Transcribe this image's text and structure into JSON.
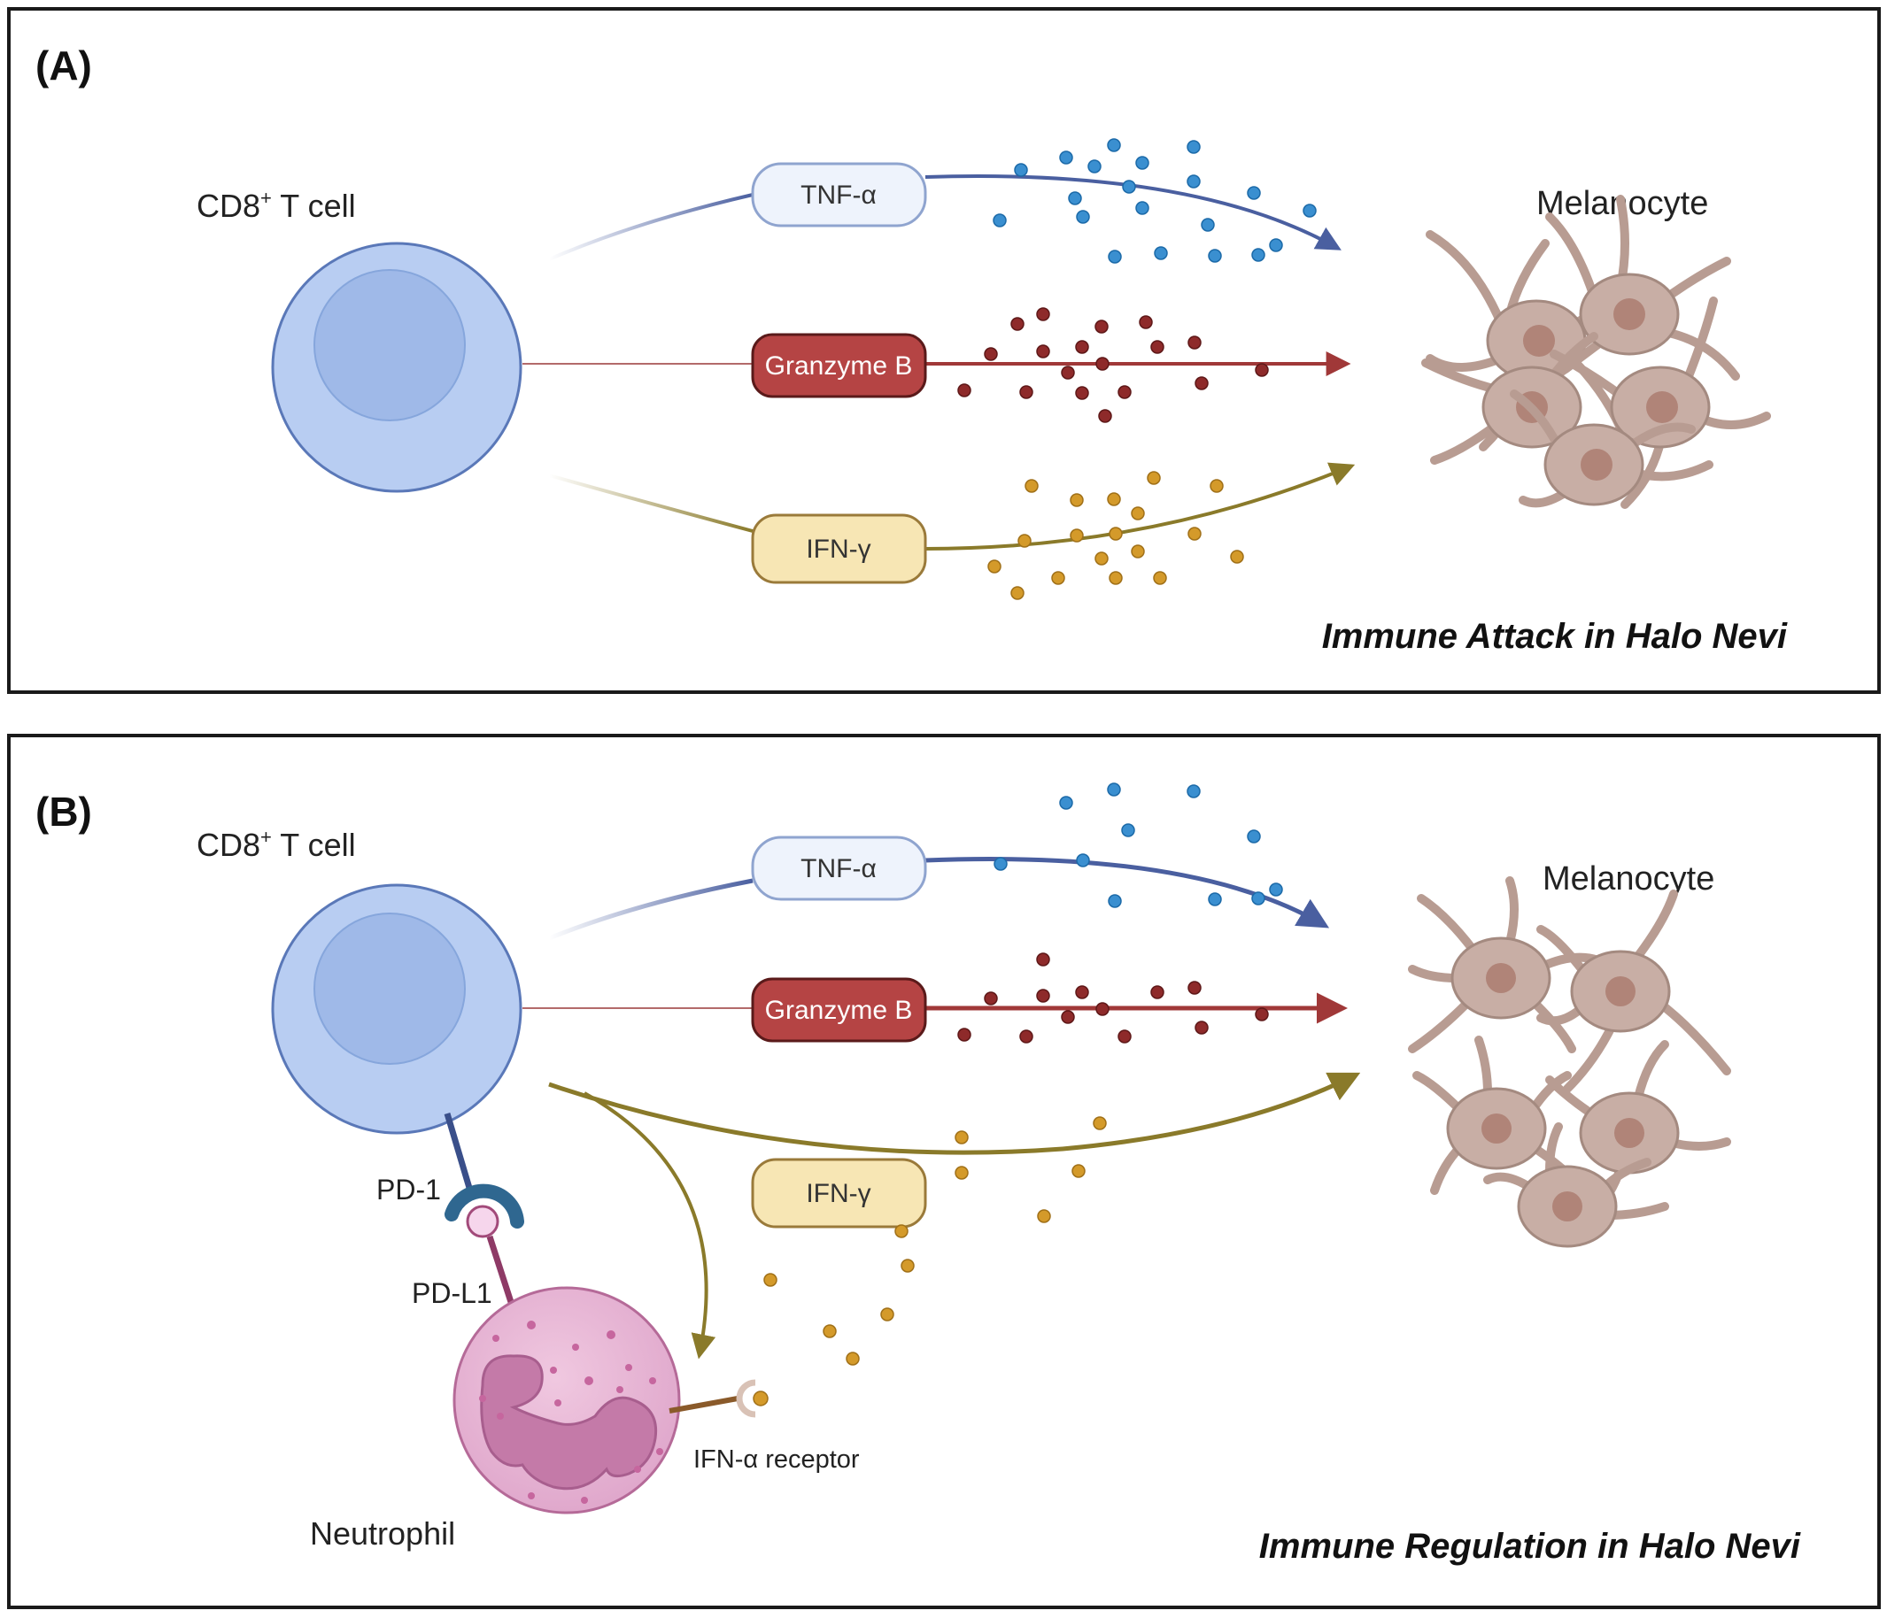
{
  "panels": {
    "a": {
      "label": "(A)",
      "tcell_label": "CD8",
      "tcell_sup": "+",
      "tcell_label_rest": " T cell",
      "target_label": "Melanocyte",
      "caption": "Immune Attack in Halo Nevi",
      "molecules": {
        "tnf": "TNF-α",
        "granzyme": "Granzyme B",
        "ifn": "IFN-γ"
      }
    },
    "b": {
      "label": "(B)",
      "tcell_label": "CD8",
      "tcell_sup": "+",
      "tcell_label_rest": " T cell",
      "target_label": "Melanocyte",
      "caption": "Immune Regulation in Halo Nevi",
      "molecules": {
        "tnf": "TNF-α",
        "granzyme": "Granzyme B",
        "ifn": "IFN-γ"
      },
      "pd1": "PD-1",
      "pdl1": "PD-L1",
      "receptor": "IFN-α receptor",
      "neutrophil": "Neutrophil"
    }
  },
  "colors": {
    "tnf": "#3a8fd0",
    "tnf_arrow": "#4a5fa0",
    "granzyme": "#8e2a2a",
    "granzyme_pill": "#b54444",
    "ifn": "#d49a2a",
    "ifn_arrow": "#8a7a2a",
    "tcell": "#b8cdf2",
    "tcell_nucleus": "#9fb9e8",
    "melanocyte": "#c8aea5",
    "neutrophil": "#e8b4d4"
  }
}
